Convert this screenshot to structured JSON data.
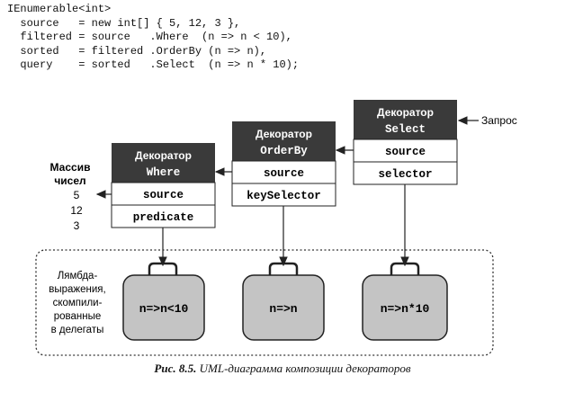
{
  "code": {
    "lines": [
      "IEnumerable<int>",
      "  source   = new int[] { 5, 12, 3 },",
      "  filtered = source   .Where  (n => n < 10),",
      "  sorted   = filtered .OrderBy (n => n),",
      "  query    = sorted   .Select  (n => n * 10);"
    ]
  },
  "decorators": {
    "where": {
      "title1": "Декоратор",
      "title2": "Where",
      "row1": "source",
      "row2": "predicate"
    },
    "orderby": {
      "title1": "Декоратор",
      "title2": "OrderBy",
      "row1": "source",
      "row2": "keySelector"
    },
    "select": {
      "title1": "Декоратор",
      "title2": "Select",
      "row1": "source",
      "row2": "selector"
    }
  },
  "labels": {
    "request": "Запрос",
    "array_title_1": "Массив",
    "array_title_2": "чисел",
    "array_values": [
      "5",
      "12",
      "3"
    ],
    "lambda_1": "Лямбда-",
    "lambda_2": "выражения,",
    "lambda_3": "скомпили-",
    "lambda_4": "рованные",
    "lambda_5": "в делегаты"
  },
  "delegates": [
    "n=>n<10",
    "n=>n",
    "n=>n*10"
  ],
  "caption": {
    "prefix": "Рис. 8.5.",
    "text": " UML-диаграмма композиции декораторов"
  },
  "colors": {
    "header_fill": "#3a3a3a",
    "header_text": "#ffffff",
    "delegate_fill": "#c4c4c4",
    "line": "#222222"
  }
}
